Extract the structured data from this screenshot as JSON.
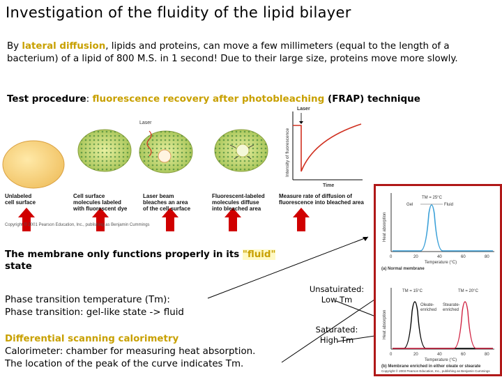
{
  "title": "Investigation of the fluidity of the lipid bilayer",
  "intro": {
    "pre": "By ",
    "highlight": "lateral diffusion",
    "post": ", lipids and proteins, can move a few millimeters (equal to the length of a bacterium) of a lipid of 800 M.S. in 1 second! Due to their large size, proteins move more slowly."
  },
  "test": {
    "lead": "Test procedure",
    "sep": ": ",
    "highlight": "fluorescence recovery after photobleaching",
    "post": " (FRAP) technique"
  },
  "frap": {
    "laser_label": "Laser",
    "graph_laser_label": "Laser",
    "y_axis": "Intensity of fluorescence",
    "x_axis": "Time",
    "steps": [
      {
        "line1": "Unlabeled",
        "line2": "cell surface",
        "line3": ""
      },
      {
        "line1": "Cell surface",
        "line2": "molecules labeled",
        "line3": "with fluorescent dye"
      },
      {
        "line1": "Laser beam",
        "line2": "bleaches an area",
        "line3": "of the cell surface"
      },
      {
        "line1": "Fluorescent-labeled",
        "line2": "molecules diffuse",
        "line3": "into bleached area"
      },
      {
        "line1": "Measure rate of diffusion of",
        "line2": "fluorescence into bleached area",
        "line3": ""
      }
    ],
    "copyright": "Copyright © 2001 Pearson Education, Inc., publishing as Benjamin Cummings"
  },
  "membrane": {
    "pre": "The membrane only functions properly in its ",
    "highlight": "\"fluid\"",
    "post": " state"
  },
  "phase": {
    "line1": "Phase transition temperature (Tm):",
    "line2": "Phase transition: gel-like state -> fluid"
  },
  "dsc": {
    "highlight": "Differential scanning calorimetry",
    "line2": "Calorimeter: chamber for measuring heat absorption.",
    "line3": "The location of the peak of the curve indicates Tm."
  },
  "labels": {
    "unsat_line1": "Unsatuirated:",
    "unsat_line2": "Low Tm",
    "sat_line1": "Saturated:",
    "sat_line2": "High Tm"
  },
  "dsc_panel": {
    "top": {
      "tm": "TM = 25°C",
      "gel": "Gel",
      "fluid": "Fluid",
      "caption": "(a) Normal membrane"
    },
    "bottom": {
      "tm1": "TM = 15°C",
      "tm2": "TM = 20°C",
      "oleate": "Oleate-",
      "oleate2": "enriched",
      "stearate": "Stearate-",
      "stearate2": "enriched",
      "caption": "(b) Membrane enriched in either oleate or stearate"
    },
    "y_axis": "Heat absorption",
    "x_axis": "Temperature (°C)",
    "ticks": [
      "0",
      "20",
      "40",
      "60",
      "80"
    ],
    "copyright": "Copyright © 2003 Pearson Education, Inc., publishing as Benjamin Cummings"
  },
  "colors": {
    "highlight": "#c8a000",
    "arrow_red": "#d00000",
    "panel_border": "#b01818",
    "normal_curve": "#3aa0d8",
    "oleate_curve": "#000000",
    "stearate_curve": "#d02040"
  }
}
